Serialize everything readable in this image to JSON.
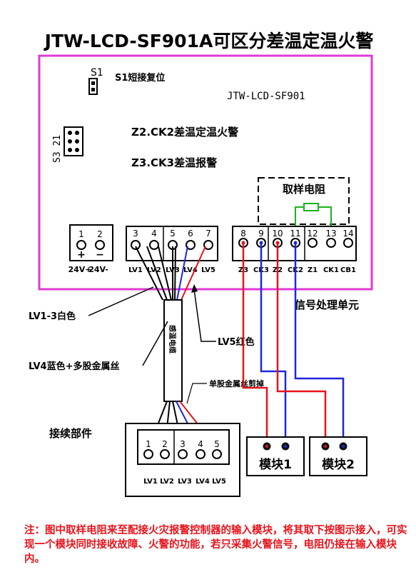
{
  "title": "JTW-LCD-SF901A可区分差温定温火警",
  "board": {
    "s1_label": "S1",
    "s1_desc": "S1短接复位",
    "model": "JTW-LCD-SF901",
    "s3_label": "S3 21",
    "z2_desc": "Z2.CK2差温定温火警",
    "z3_desc": "Z3.CK3差温报警",
    "sampling_resistor": "取样电阻",
    "signal_unit": "信号处理单元"
  },
  "power_terminals": {
    "numbers": [
      "1",
      "2"
    ],
    "signs": [
      "+",
      "−"
    ],
    "labels": [
      "24V+",
      "24V-"
    ]
  },
  "lv_terminals": {
    "numbers": [
      "3",
      "4",
      "5",
      "6",
      "7"
    ],
    "labels": [
      "LV1",
      "LV2",
      "LV3",
      "LV4",
      "LV5"
    ]
  },
  "ck_terminals": {
    "numbers": [
      "8",
      "9",
      "10",
      "11",
      "12",
      "13",
      "14"
    ],
    "labels": [
      "Z3",
      "CK3",
      "Z2",
      "CK2",
      "Z1",
      "CK1",
      "CB1"
    ]
  },
  "cable": {
    "label": "感温电缆",
    "lv13_label": "LV1-3白色",
    "lv4_label": "LV4蓝色+多股金属丝",
    "lv5_label": "LV5红色",
    "cut_label": "单股金属丝剪掉"
  },
  "connector": {
    "title": "接续部件",
    "numbers": [
      "1",
      "2",
      "3",
      "4",
      "5"
    ],
    "labels": [
      "LV1",
      "LV2",
      "LV3",
      "LV4",
      "LV5"
    ]
  },
  "modules": [
    "模块1",
    "模块2"
  ],
  "note": "注：图中取样电阻来至配接火灾报警控制器的输入模块，将其取下按图示接入，可实现一个模块同时接收故障、火警的功能，若只采集火警信号，电阻仍接在输入模块内。",
  "colors": {
    "board_border": "#e03ad6",
    "red_wire": "#e8131b",
    "blue_wire": "#1f27d9",
    "green_wire": "#1db31d",
    "note_text": "#e8131b"
  }
}
